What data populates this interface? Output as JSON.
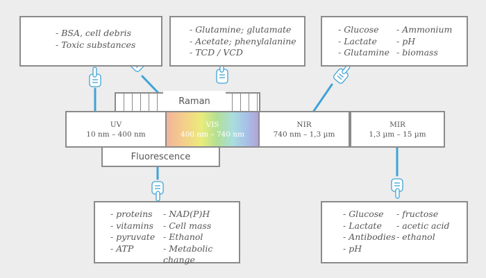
{
  "boxes": {
    "top_left": [
      "- BSA, cell debris",
      "- Toxic substances"
    ],
    "top_center": [
      "- Glutamine; glutamate",
      "- Acetate; phenylalanine",
      "- TCD / VCD"
    ],
    "top_right_col1": [
      "- Glucose",
      "- Lactate",
      "- Glutamine"
    ],
    "top_right_col2": [
      "- Ammonium",
      "- pH",
      "- biomass"
    ],
    "bottom_left_col1": [
      "- proteins",
      "- vitamins",
      "- pyruvate",
      "- ATP"
    ],
    "bottom_left_col2": [
      "- NAD(P)H",
      "- Cell mass",
      "- Ethanol",
      "- Metabolic change"
    ],
    "bottom_right_col1": [
      "- Glucose",
      "- Lactate",
      "- Antibodies",
      "- pH"
    ],
    "bottom_right_col2": [
      "- fructose",
      "- acetic acid",
      "- ethanol"
    ]
  },
  "spectrum": {
    "uv": {
      "name": "UV",
      "range": "10 nm – 400 nm"
    },
    "vis": {
      "name": "VIS",
      "range": "400 nm – 740 nm"
    },
    "nir": {
      "name": "NIR",
      "range": "740 nm – 1,3 µm"
    },
    "mir": {
      "name": "MIR",
      "range": "1,3 µm – 15 µm"
    }
  },
  "raman_label": "Raman",
  "fluorescence_label": "Fluorescence",
  "colors": {
    "connector": "#3fa3d6",
    "border": "#8a8a8a",
    "background": "#ededed"
  },
  "icons": [
    "pointing-hand-icon"
  ]
}
